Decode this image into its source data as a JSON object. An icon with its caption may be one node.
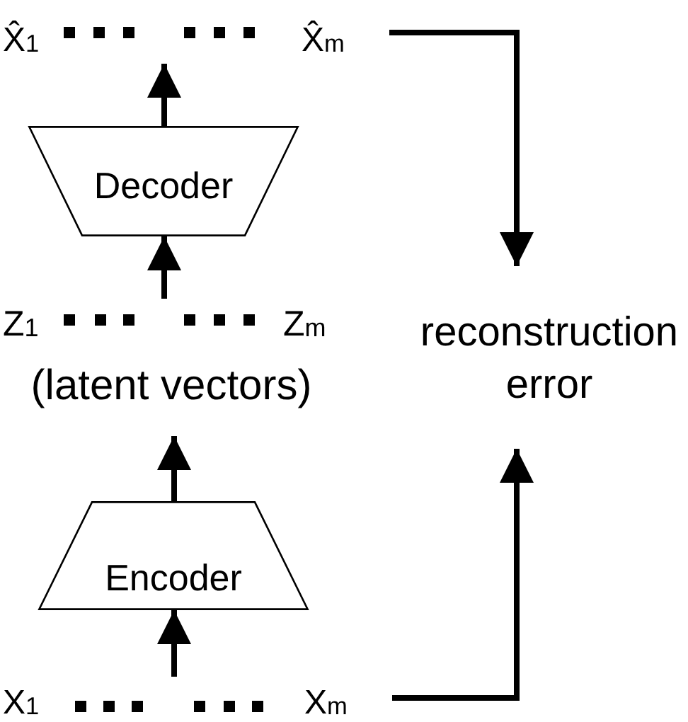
{
  "diagram": {
    "nodes": [
      {
        "text": [
          "X̂$_{1}$",
          "X̂$_{m}$"
        ]
      },
      {
        "text": [
          "Decoder"
        ]
      },
      {
        "text": [
          "Z$_{1}$",
          "Z$_{m}$",
          "(latent vectors)"
        ]
      },
      {
        "text": [
          "Encoder"
        ]
      },
      {
        "text": [
          "X$_{1}$",
          "X$_{m}$"
        ]
      },
      {
        "text": [
          "reconstruction error"
        ]
      }
    ],
    "edges": [
      {
        "from": 4,
        "to": 3,
        "arrow": "to"
      },
      {
        "from": 3,
        "to": 2,
        "arrow": "to"
      },
      {
        "from": 2,
        "to": 1,
        "arrow": "to"
      },
      {
        "from": 1,
        "to": 0,
        "arrow": "to"
      },
      {
        "from": 0,
        "to": 5,
        "arrow": "to"
      },
      {
        "from": 4,
        "to": 5,
        "arrow": "to"
      }
    ]
  }
}
